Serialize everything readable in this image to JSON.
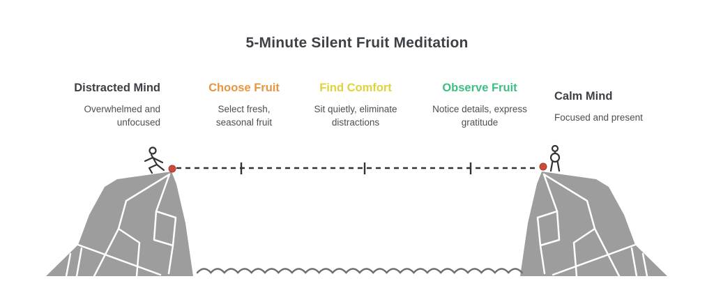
{
  "title": "5-Minute Silent Fruit Meditation",
  "stages": [
    {
      "label": "Distracted Mind",
      "description": "Overwhelmed and\nunfocused",
      "color": "#3d4045"
    },
    {
      "label": "Choose Fruit",
      "description": "Select fresh,\nseasonal fruit",
      "color": "#E8953F"
    },
    {
      "label": "Find Comfort",
      "description": "Sit quietly, eliminate\ndistractions",
      "color": "#E0D23B"
    },
    {
      "label": "Observe Fruit",
      "description": "Notice details, express\ngratitude",
      "color": "#3FBE81"
    },
    {
      "label": "Calm Mind",
      "description": "Focused and present",
      "color": "#3d4045"
    }
  ],
  "scene": {
    "cliff_color": "#9d9d9d",
    "facet_line_color": "#ffffff",
    "rope_color": "#333333",
    "anchor_dot_color": "#C94B3B",
    "figure_color": "#333333",
    "water_color": "#6f6f6f"
  }
}
